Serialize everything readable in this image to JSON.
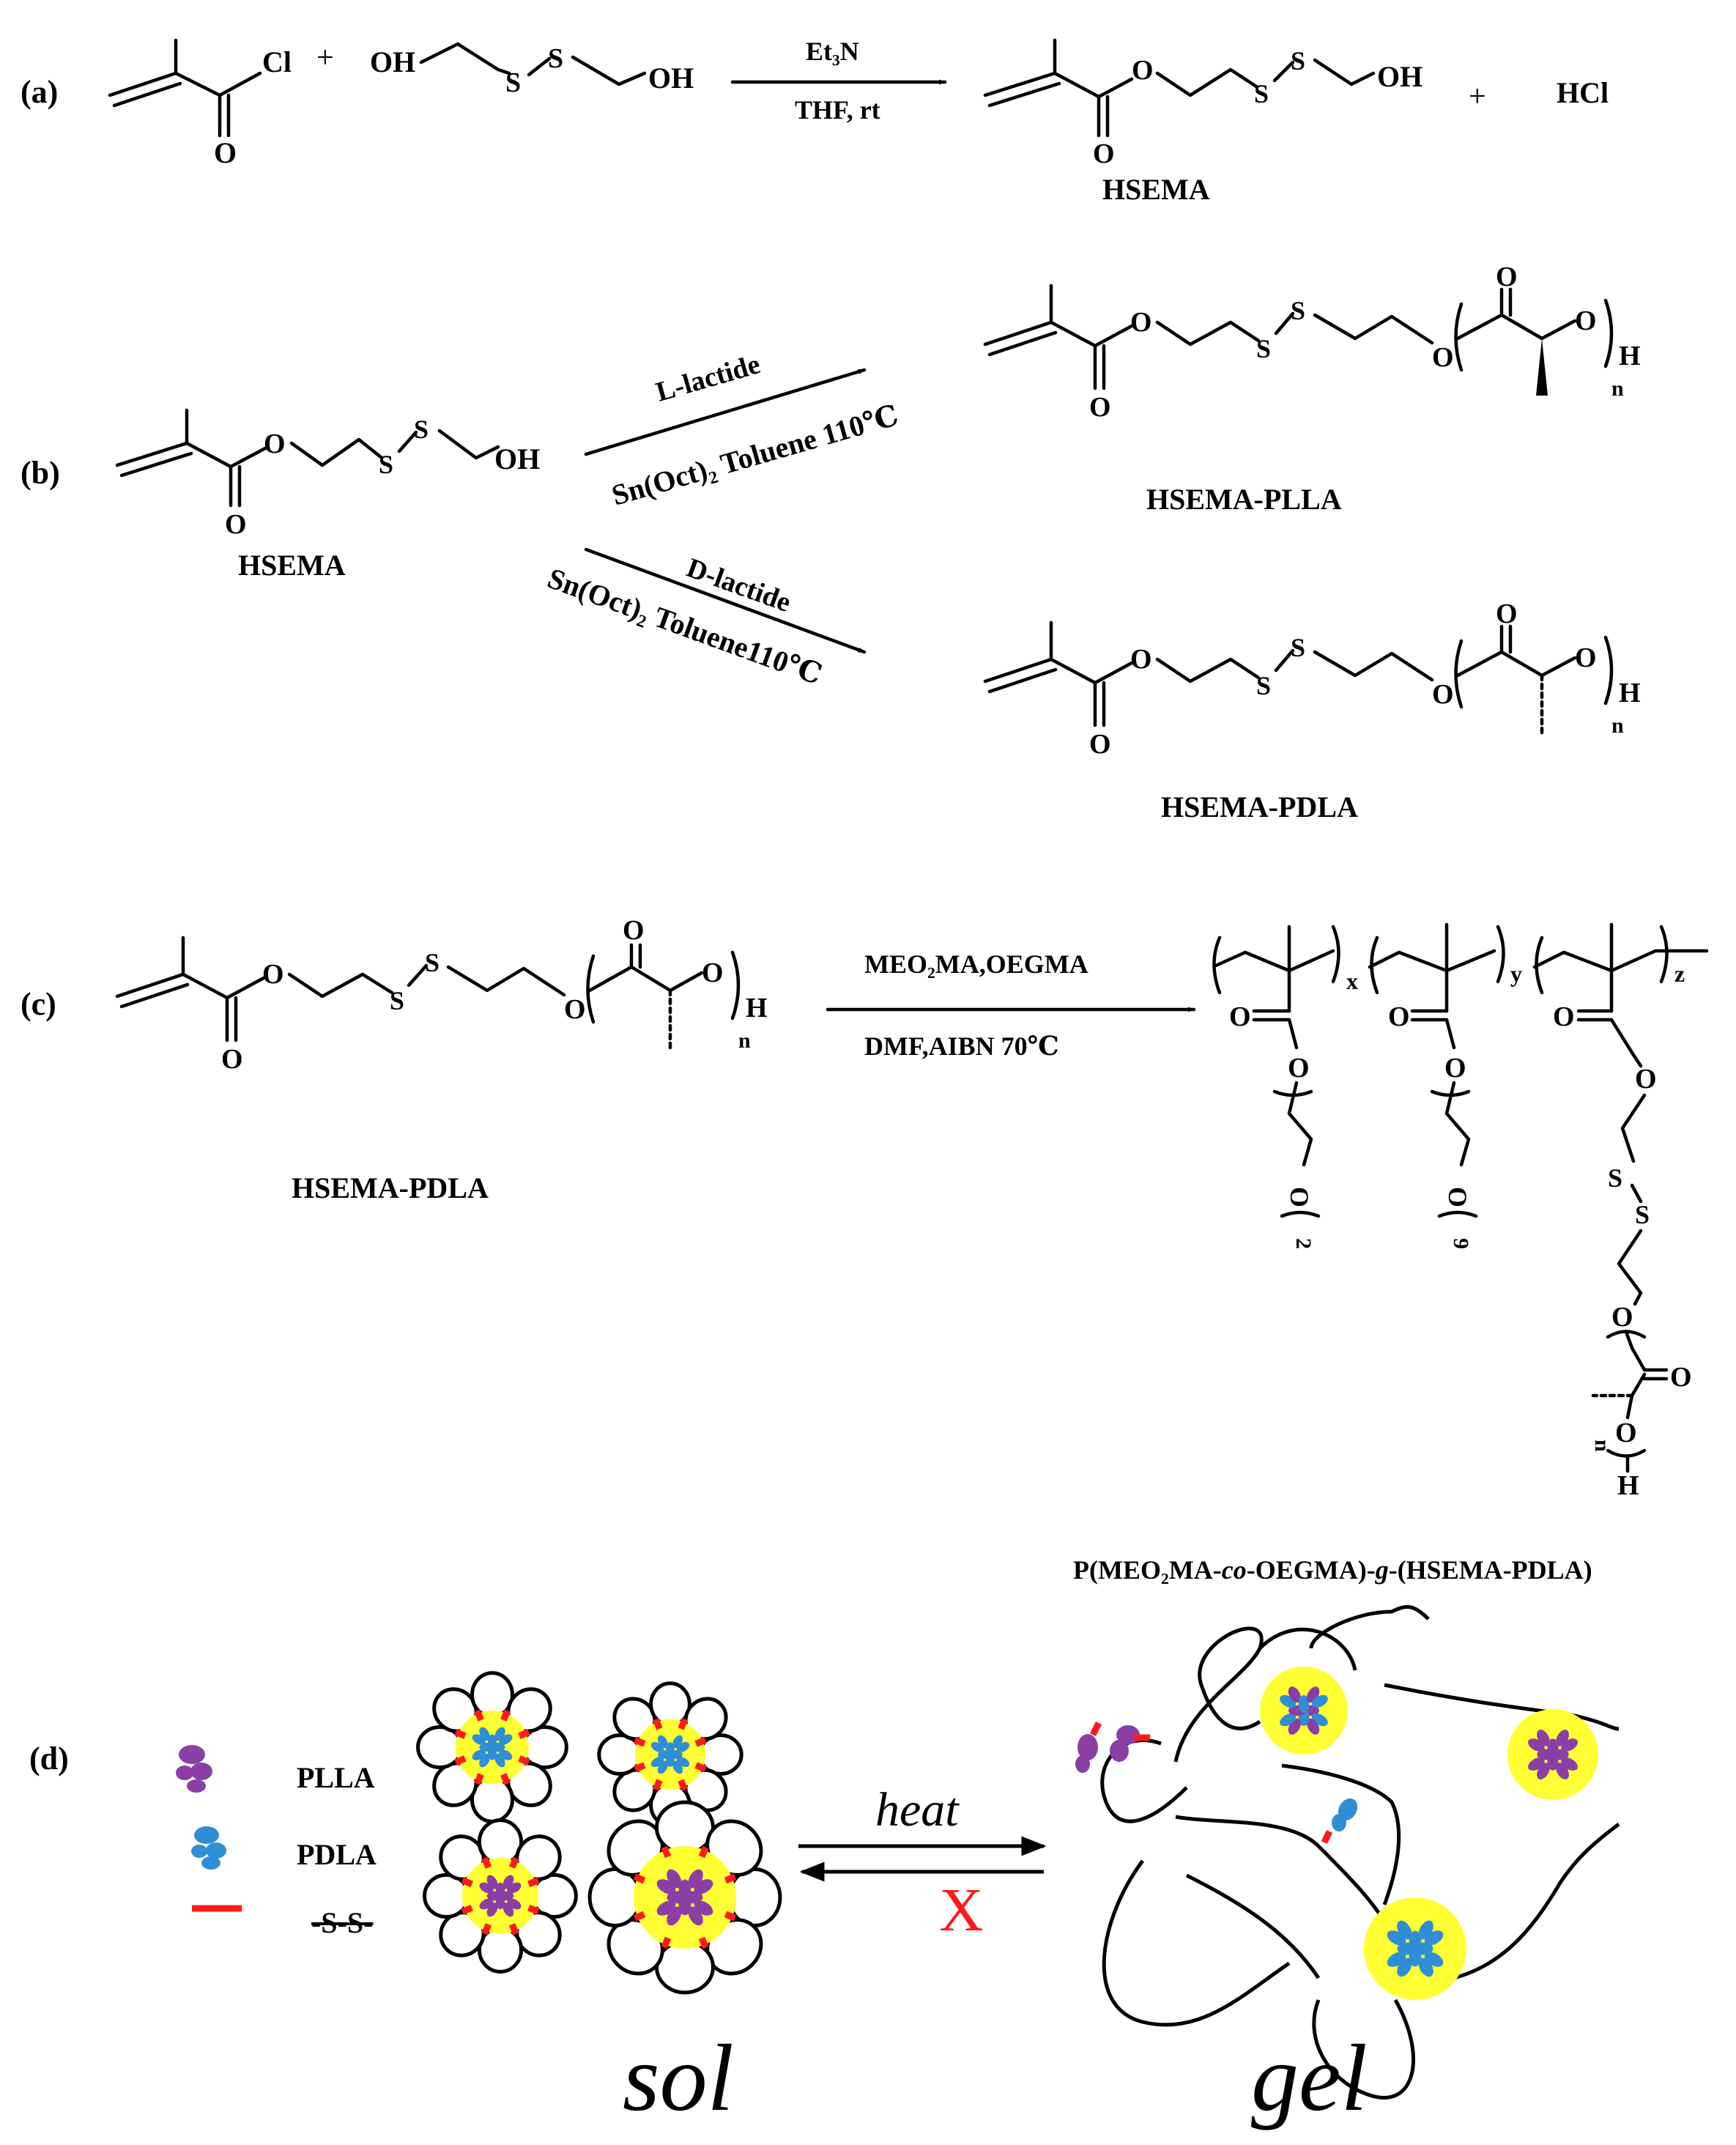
{
  "panels": {
    "a": {
      "label": "(a)",
      "reactant1_atom": "Cl",
      "reactant1_carbonyl": "O",
      "plus1": "+",
      "reactant2_oh_left": "OH",
      "reactant2_oh_right": "OH",
      "reactant2_s1": "S",
      "reactant2_s2": "S",
      "reagent_top": "Et₃N",
      "reagent_bottom": "THF, rt",
      "product_o_ester": "O",
      "product_carbonyl": "O",
      "product_s1": "S",
      "product_s2": "S",
      "product_oh": "OH",
      "plus2": "+",
      "byproduct": "HCl",
      "product_name": "HSEMA"
    },
    "b": {
      "label": "(b)",
      "reactant_name": "HSEMA",
      "reactant_o_ester": "O",
      "reactant_carbonyl": "O",
      "reactant_s1": "S",
      "reactant_s2": "S",
      "reactant_oh": "OH",
      "upper_reagent_top": "L-lactide",
      "upper_reagent_bottom": "Sn(Oct)₂ Toluene 110℃",
      "lower_reagent_top": "D-lactide",
      "lower_reagent_bottom": "Sn(Oct)₂ Toluene110℃",
      "product1_name": "HSEMA-PLLA",
      "product2_name": "HSEMA-PDLA",
      "atom_o": "O",
      "atom_s": "S",
      "atom_h": "H",
      "atom_n": "n"
    },
    "c": {
      "label": "(c)",
      "reactant_name": "HSEMA-PDLA",
      "reagent_top": "MEO₂MA,OEGMA",
      "reagent_bottom": "DMF,AIBN 70℃",
      "product_name": "P(MEO₂MA-co-OEGMA)-g-(HSEMA-PDLA)",
      "product_name_parts": [
        "P(MEO₂MA-",
        "co",
        "-OEGMA)-",
        "g",
        "-(HSEMA-PDLA)"
      ],
      "subscript_x": "x",
      "subscript_y": "y",
      "subscript_z": "z",
      "side_chain_1_repeat": "2",
      "side_chain_2_repeat": "9",
      "atom_o": "O",
      "atom_s": "S",
      "atom_h": "H",
      "atom_n": "n"
    },
    "d": {
      "label": "(d)",
      "legend": [
        {
          "label": "PLLA",
          "color": "#8b3fa6"
        },
        {
          "label": "PDLA",
          "color": "#2f8ed6"
        },
        {
          "label": "-S-S-",
          "color": "#ff1a1a"
        }
      ],
      "arrow_label": "heat",
      "reverse_mark": "X",
      "reverse_mark_color": "#ff1a1a",
      "left_state": "sol",
      "right_state": "gel",
      "core_color": "#ffff33"
    }
  }
}
